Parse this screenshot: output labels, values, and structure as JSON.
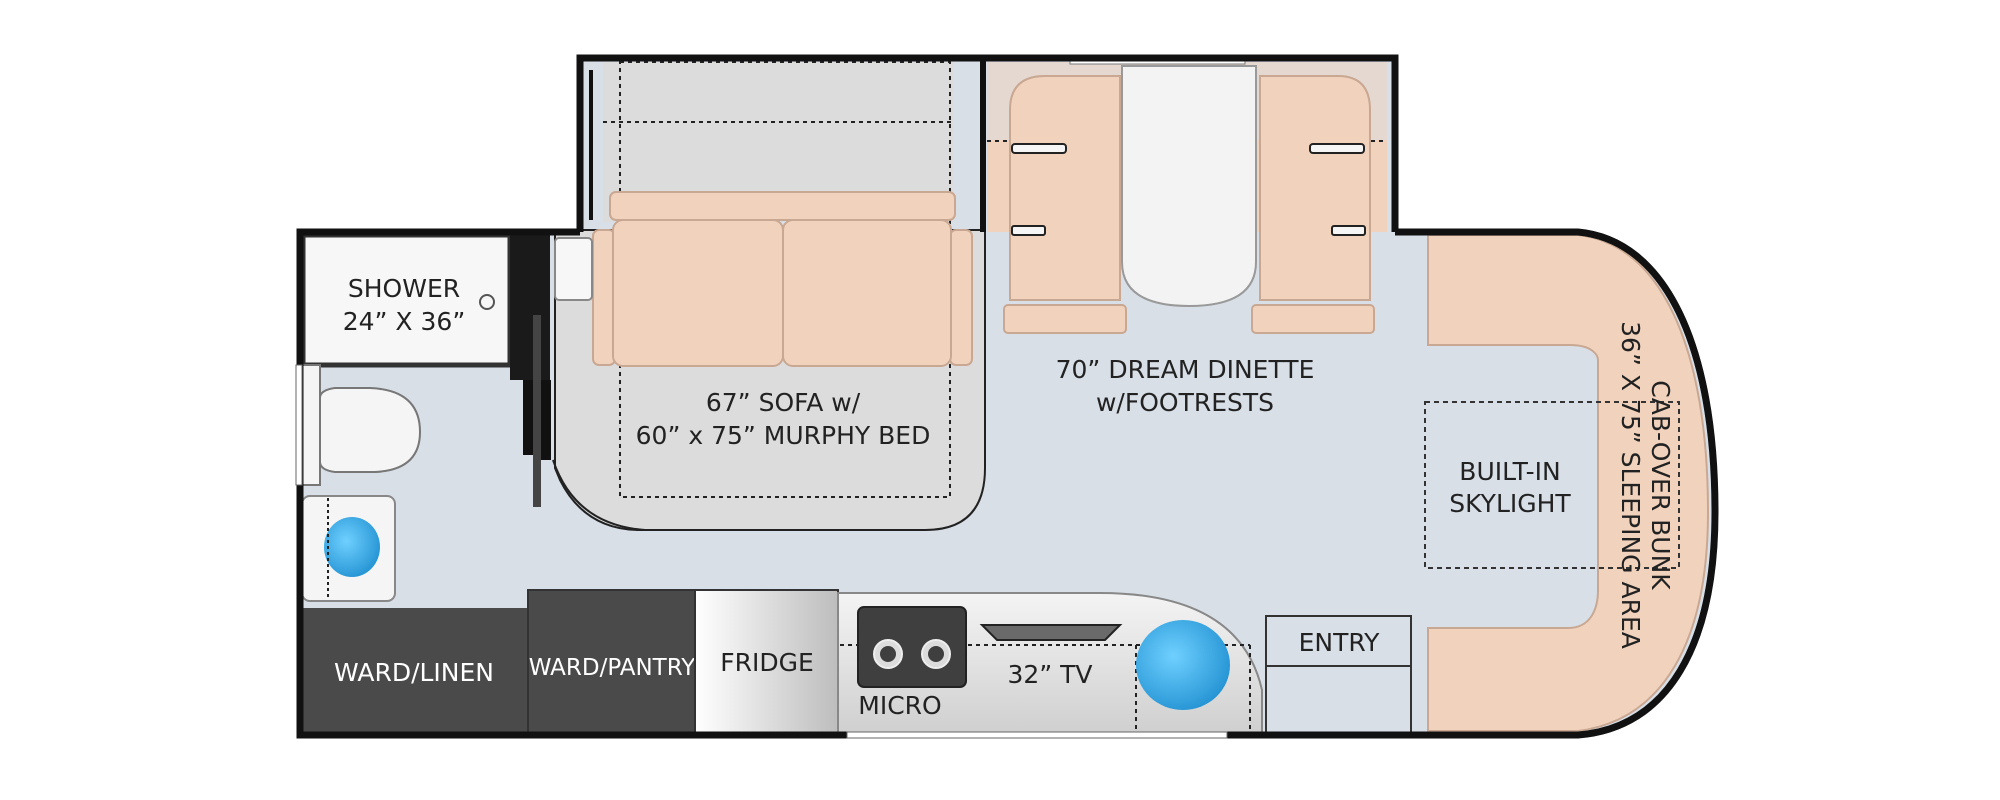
{
  "labels": {
    "shower_1": "SHOWER",
    "shower_2": "24” X 36”",
    "sofa_1": "67” SOFA w/",
    "sofa_2": "60” x 75” MURPHY BED",
    "dinette_1": "70” DREAM DINETTE",
    "dinette_2": "w/FOOTRESTS",
    "skylight_1": "BUILT-IN",
    "skylight_2": "SKYLIGHT",
    "bunk_1": "CAB-OVER BUNK",
    "bunk_2": "36” X 75” SLEEPING AREA",
    "ward_linen": "WARD/LINEN",
    "ward_pantry": "WARD/PANTRY",
    "fridge": "FRIDGE",
    "micro": "MICRO",
    "tv": "32” TV",
    "entry": "ENTRY"
  },
  "colors": {
    "floor": "#d8dfe7",
    "wall": "#111111",
    "upholstery": "#f1d2bd",
    "cabinet_dark": "#4a4a4a",
    "fixture_blue": "#3aaee6",
    "bed_gray": "#dcdcdc"
  },
  "icons": [
    "toilet-icon",
    "sink-icon",
    "stovetop-icon",
    "tv-icon",
    "drain-icon"
  ]
}
